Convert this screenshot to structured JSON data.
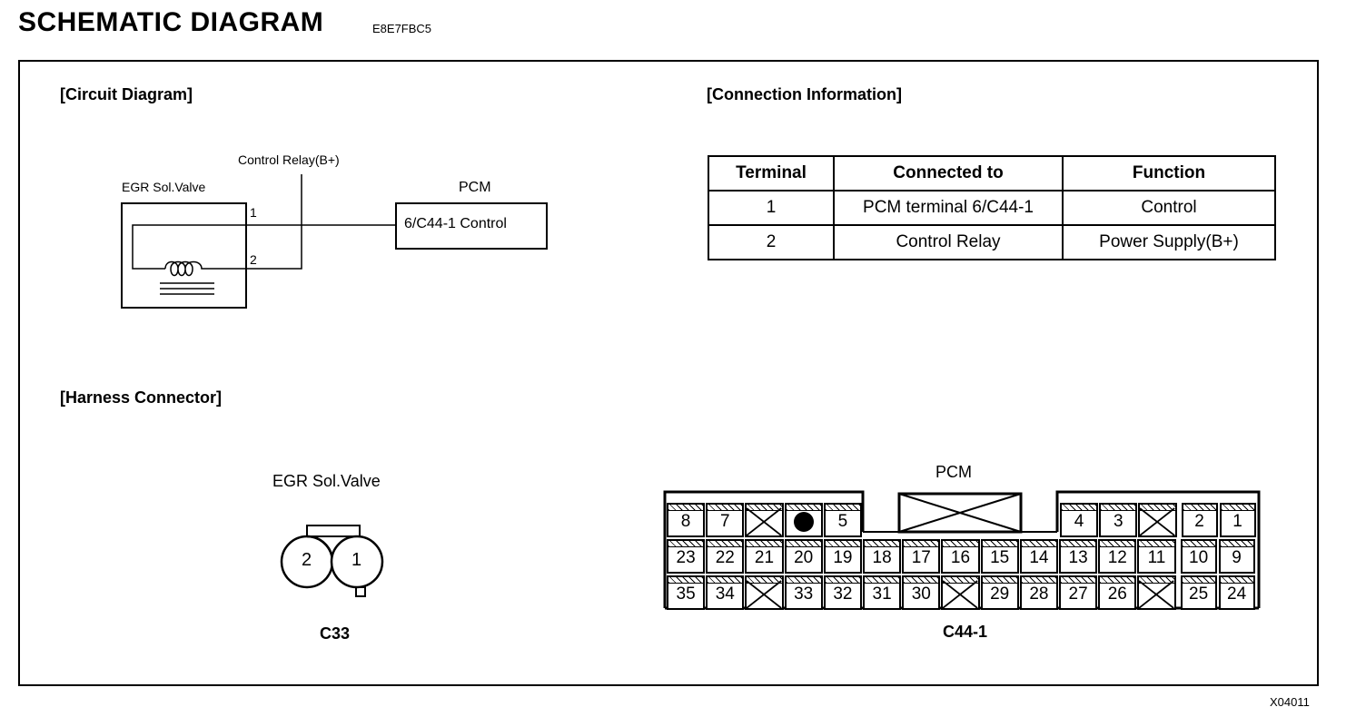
{
  "header": {
    "title": "SCHEMATIC DIAGRAM",
    "code": "E8E7FBC5",
    "figure_code": "X04011"
  },
  "circuit": {
    "section_title": "[Circuit Diagram]",
    "component_label": "EGR Sol.Valve",
    "relay_label": "Control Relay(B+)",
    "pcm_label": "PCM",
    "pcm_box_label": "6/C44-1 Control",
    "pin1": "1",
    "pin2": "2"
  },
  "connection": {
    "section_title": "[Connection Information]",
    "headers": [
      "Terminal",
      "Connected to",
      "Function"
    ],
    "rows": [
      [
        "1",
        "PCM terminal 6/C44-1",
        "Control"
      ],
      [
        "2",
        "Control Relay",
        "Power Supply(B+)"
      ]
    ]
  },
  "harness": {
    "section_title": "[Harness Connector]",
    "egr_label": "EGR Sol.Valve",
    "egr_pins": [
      "2",
      "1"
    ],
    "egr_connector_id": "C33",
    "pcm_label": "PCM",
    "pcm_connector_id": "C44-1",
    "pcm_rows": [
      [
        "8",
        "7",
        "X",
        "●",
        "5",
        "",
        "",
        "",
        "",
        "",
        "",
        "4",
        "3",
        "X",
        "2",
        "1"
      ],
      [
        "23",
        "22",
        "21",
        "20",
        "19",
        "18",
        "17",
        "16",
        "15",
        "14",
        "13",
        "12",
        "11",
        "10",
        "9"
      ],
      [
        "35",
        "34",
        "X",
        "33",
        "32",
        "31",
        "30",
        "X",
        "29",
        "28",
        "27",
        "26",
        "X",
        "25",
        "24"
      ]
    ]
  }
}
